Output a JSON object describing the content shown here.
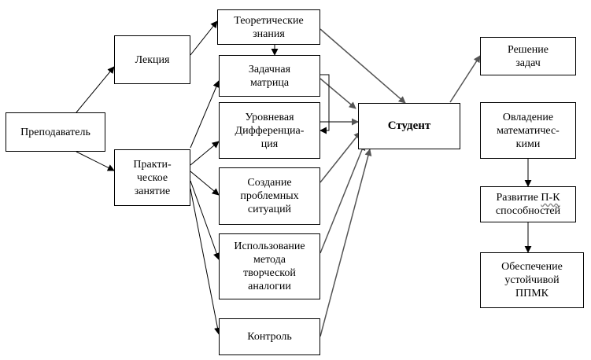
{
  "diagram": {
    "nodes": {
      "teacher": "Преподаватель",
      "lecture": "Лекция",
      "practice": "Практи-\nческое\nзанятие",
      "theory": "Теоретические\nзнания",
      "matrix": "Задачная\nматрица",
      "differentiation": "Уровневая\nДифференциа-\nция",
      "problem": "Создание\nпроблемных\nситуаций",
      "analogy": "Использование\nметода\nтворческой\nаналогии",
      "control": "Контроль",
      "student": "Студент",
      "solving": "Решение\nзадач",
      "mastery": "Овладение\nматематичес-\nкими",
      "development_prefix": "Развитие ",
      "development_abbr": "П-К",
      "development_suffix": "\nспособностей",
      "ensuring": "Обеспечение\nустойчивой\nППМК"
    },
    "edges": [
      [
        "teacher",
        "lecture"
      ],
      [
        "teacher",
        "practice"
      ],
      [
        "lecture",
        "theory"
      ],
      [
        "theory",
        "matrix"
      ],
      [
        "theory",
        "student"
      ],
      [
        "matrix",
        "student"
      ],
      [
        "matrix",
        "differentiation"
      ],
      [
        "differentiation",
        "student"
      ],
      [
        "problem",
        "student"
      ],
      [
        "analogy",
        "student"
      ],
      [
        "control",
        "student"
      ],
      [
        "practice",
        "matrix"
      ],
      [
        "practice",
        "differentiation"
      ],
      [
        "practice",
        "problem"
      ],
      [
        "practice",
        "analogy"
      ],
      [
        "practice",
        "control"
      ],
      [
        "student",
        "solving"
      ],
      [
        "mastery",
        "development"
      ],
      [
        "development",
        "ensuring"
      ]
    ],
    "colors": {
      "arrow": "#000000",
      "arrow_grey": "#555555"
    }
  }
}
